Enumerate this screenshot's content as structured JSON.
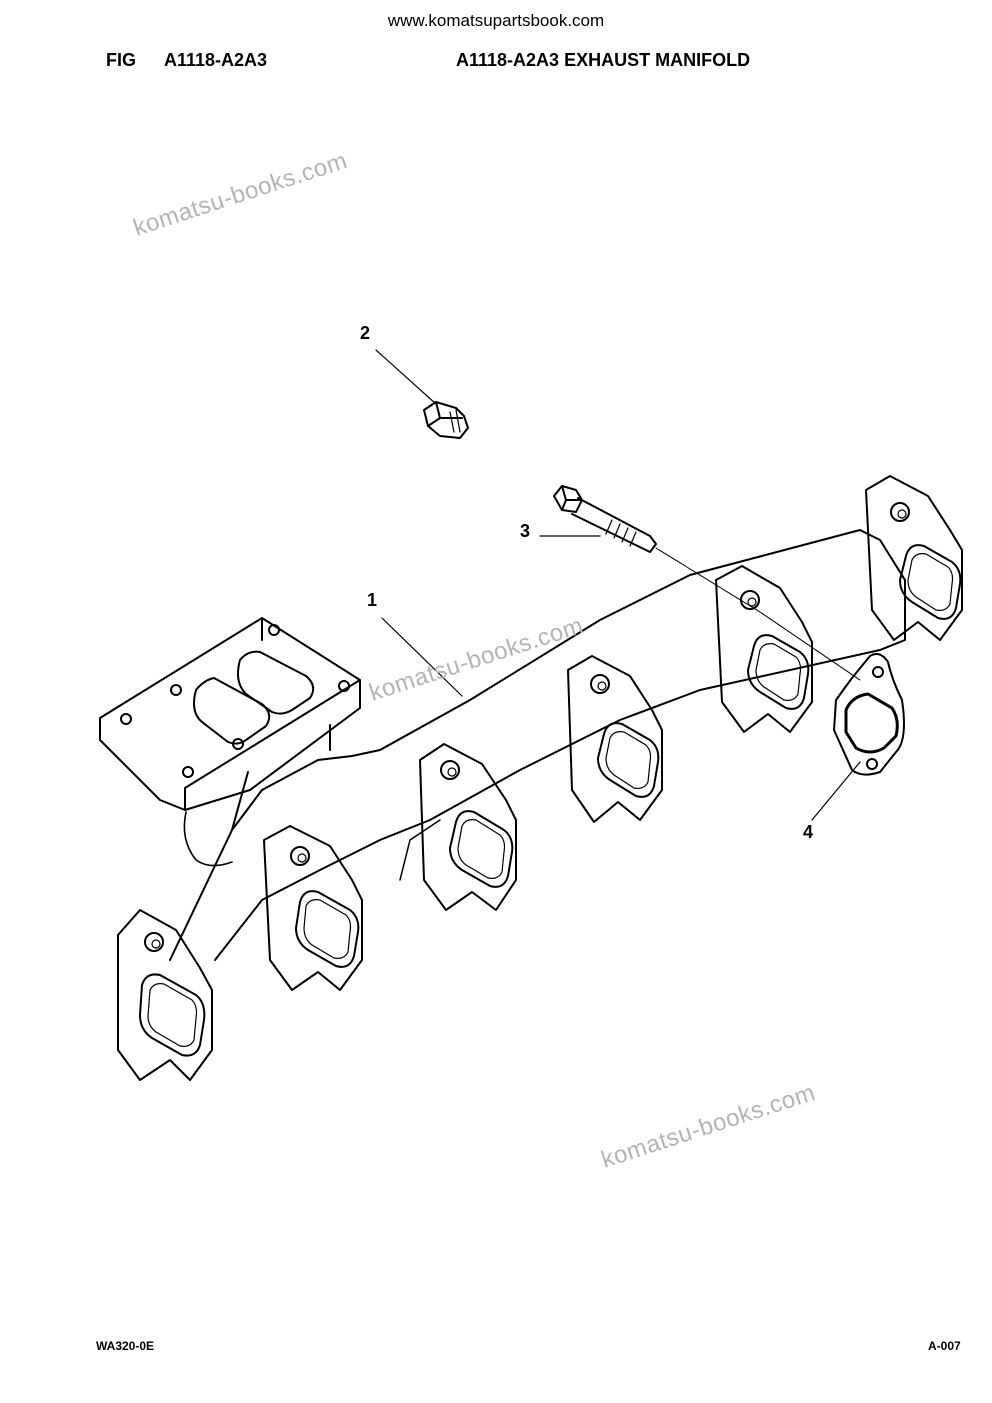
{
  "header": {
    "website": "www.komatsupartsbook.com",
    "fig_label": "FIG",
    "fig_code": "A1118-A2A3",
    "fig_title": "A1118-A2A3 EXHAUST MANIFOLD"
  },
  "watermark": {
    "text_1": "komatsu-books.com",
    "text_2": "komatsu-books.com",
    "text_3": "komatsu-books.com"
  },
  "callouts": {
    "part_1": "1",
    "part_2": "2",
    "part_3": "3",
    "part_4": "4"
  },
  "footer": {
    "model": "WA320-0E",
    "page": "A-007"
  }
}
